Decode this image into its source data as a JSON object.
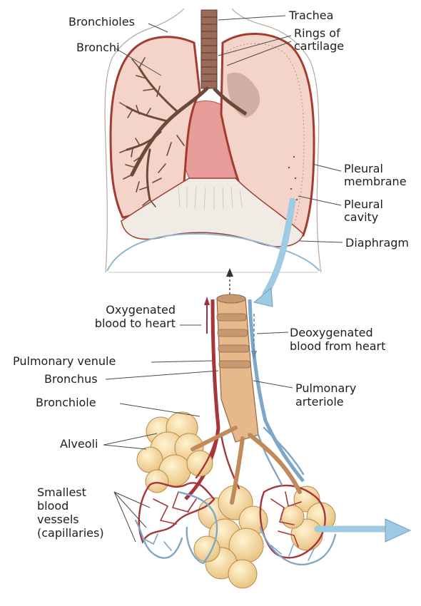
{
  "labels": {
    "bronchioles": "Bronchioles",
    "bronchi": "Bronchi",
    "trachea": "Trachea",
    "rings_of_cartilage_1": "Rings of",
    "rings_of_cartilage_2": "cartilage",
    "pleural_membrane_1": "Pleural",
    "pleural_membrane_2": "membrane",
    "pleural_cavity_1": "Pleural",
    "pleural_cavity_2": "cavity",
    "diaphragm": "Diaphragm",
    "oxygenated_1": "Oxygenated",
    "oxygenated_2": "blood to heart",
    "deoxygenated_1": "Deoxygenated",
    "deoxygenated_2": "blood from heart",
    "pulmonary_venule": "Pulmonary venule",
    "bronchus": "Bronchus",
    "bronchiole": "Bronchiole",
    "pulmonary_arteriole_1": "Pulmonary",
    "pulmonary_arteriole_2": "arteriole",
    "alveoli": "Alveoli",
    "capillaries_1": "Smallest",
    "capillaries_2": "blood",
    "capillaries_3": "vessels",
    "capillaries_4": "(capillaries)"
  },
  "colors": {
    "lung_fill": "#f4d3c8",
    "lung_outline": "#a33b30",
    "airway_dark": "#6b4a3a",
    "bronchus_tan": "#e7b98a",
    "alveoli_yellow": "#f6dca4",
    "vessel_red": "#a8353a",
    "vessel_blue": "#7da7c6",
    "arrow_blue": "#9ecbe3"
  }
}
